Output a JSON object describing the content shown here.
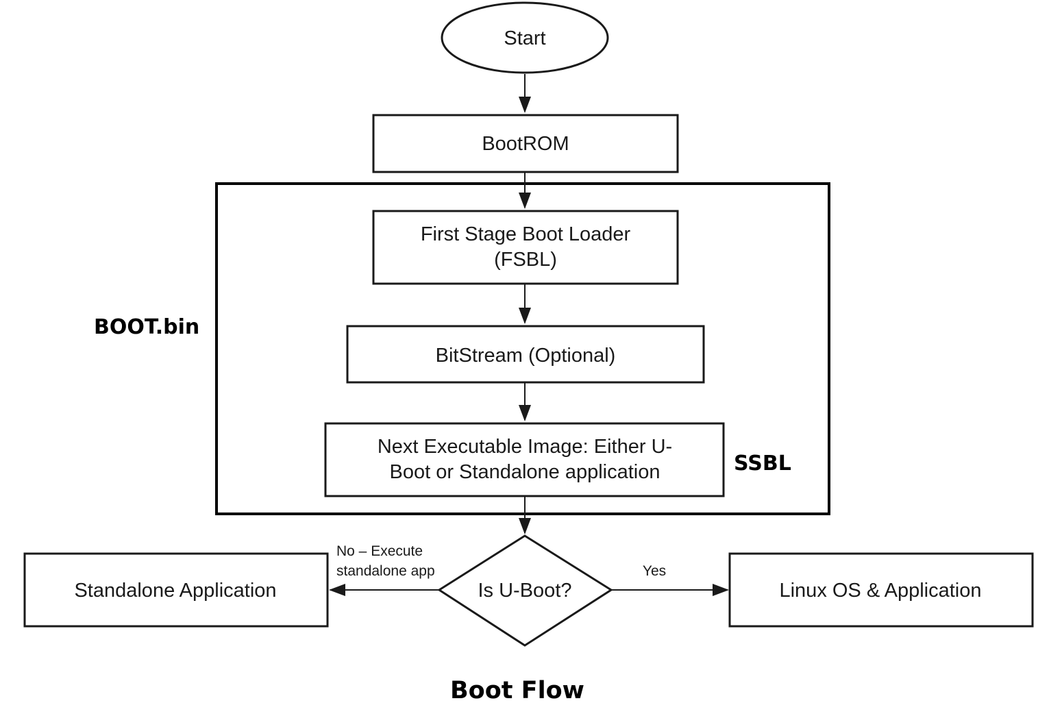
{
  "diagram": {
    "nodes": {
      "start": {
        "label": "Start"
      },
      "bootrom": {
        "label": "BootROM"
      },
      "fsbl": {
        "line1": "First Stage Boot Loader",
        "line2": "(FSBL)"
      },
      "bitstream": {
        "label": "BitStream (Optional)"
      },
      "next_image": {
        "line1": "Next Executable Image: Either U-",
        "line2": "Boot or Standalone application"
      },
      "decision": {
        "label": "Is U-Boot?"
      },
      "standalone": {
        "label": "Standalone Application"
      },
      "linux": {
        "label": "Linux OS & Application"
      }
    },
    "edges": {
      "no": {
        "line1": "No – Execute",
        "line2": "standalone app"
      },
      "yes": {
        "label": "Yes"
      }
    },
    "groups": {
      "boot_bin": {
        "label": "BOOT.bin"
      },
      "ssbl": {
        "label": "SSBL"
      }
    },
    "caption": "Boot Flow"
  }
}
